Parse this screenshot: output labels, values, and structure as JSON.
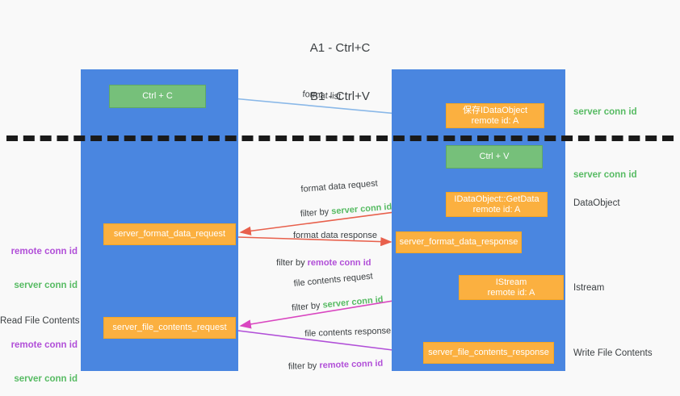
{
  "title": {
    "line1": "A1 - Ctrl+C",
    "line2": "B1 - Ctrl+V"
  },
  "lanes": [
    {
      "id": "a1",
      "name": "A1",
      "role": "remote",
      "color": "#4a86e0"
    },
    {
      "id": "b1",
      "name": "B1",
      "role": "connection",
      "color": "#4a86e0"
    }
  ],
  "nodes": {
    "ctrl_c": {
      "label": "Ctrl + C",
      "color": "#76c07a"
    },
    "dataobject": {
      "label": "保存IDataObject",
      "sub": "remote id: A",
      "color": "#fbb040"
    },
    "ctrl_v": {
      "label": "Ctrl + V",
      "color": "#76c07a"
    },
    "getdata": {
      "label": "IDataObject::GetData",
      "sub": "remote id: A",
      "color": "#fbb040"
    },
    "format_data_request": {
      "label": "server_format_data_request",
      "color": "#fbb040"
    },
    "format_data_response": {
      "label": "server_format_data_response",
      "color": "#fbb040"
    },
    "istream": {
      "label": "IStream",
      "sub": "remote id: A",
      "color": "#fbb040"
    },
    "file_contents_request": {
      "label": "server_file_contents_request",
      "color": "#fbb040"
    },
    "file_contents_response": {
      "label": "server_file_contents_response",
      "color": "#fbb040"
    }
  },
  "edges": {
    "format_list": {
      "label": "format list",
      "color": "#8ab8e8"
    },
    "format_data_request": {
      "line1": "format data request",
      "line2_prefix": "filter by ",
      "line2_value": "server conn id",
      "color": "#e8604c"
    },
    "format_data_response": {
      "line1": "format data response",
      "line2_prefix": "filter by ",
      "line2_value": "remote conn id",
      "color": "#e8604c"
    },
    "file_contents_request": {
      "line1": "file contents request",
      "line2_prefix": "filter by ",
      "line2_value": "server conn id",
      "color": "#d946c0"
    },
    "file_contents_response": {
      "line1": "file contents response",
      "line2_prefix": "filter by ",
      "line2_value": "remote conn id",
      "color": "#b14fd8"
    }
  },
  "annotations_right": {
    "server_conn_id_top": "server conn id",
    "server_conn_id_mid": "server conn id",
    "dataobject": "DataObject",
    "istream": "Istream",
    "write_file_contents": "Write File Contents"
  },
  "annotations_left": {
    "read_file_contents": "Read File Contents",
    "remote_conn_id": "remote conn id",
    "server_conn_id": "server conn id"
  },
  "colors": {
    "lane": "#4a86e0",
    "green_node": "#76c07a",
    "orange_node": "#fbb040",
    "remote_conn": "#b14fd8",
    "server_conn": "#57bb63",
    "red_arrow": "#e8604c",
    "magenta_arrow": "#d946c0",
    "purple_arrow": "#b14fd8",
    "blue_arrow": "#8ab8e8",
    "black_arrow": "#1a1a1a",
    "background": "#f9f9f9"
  }
}
